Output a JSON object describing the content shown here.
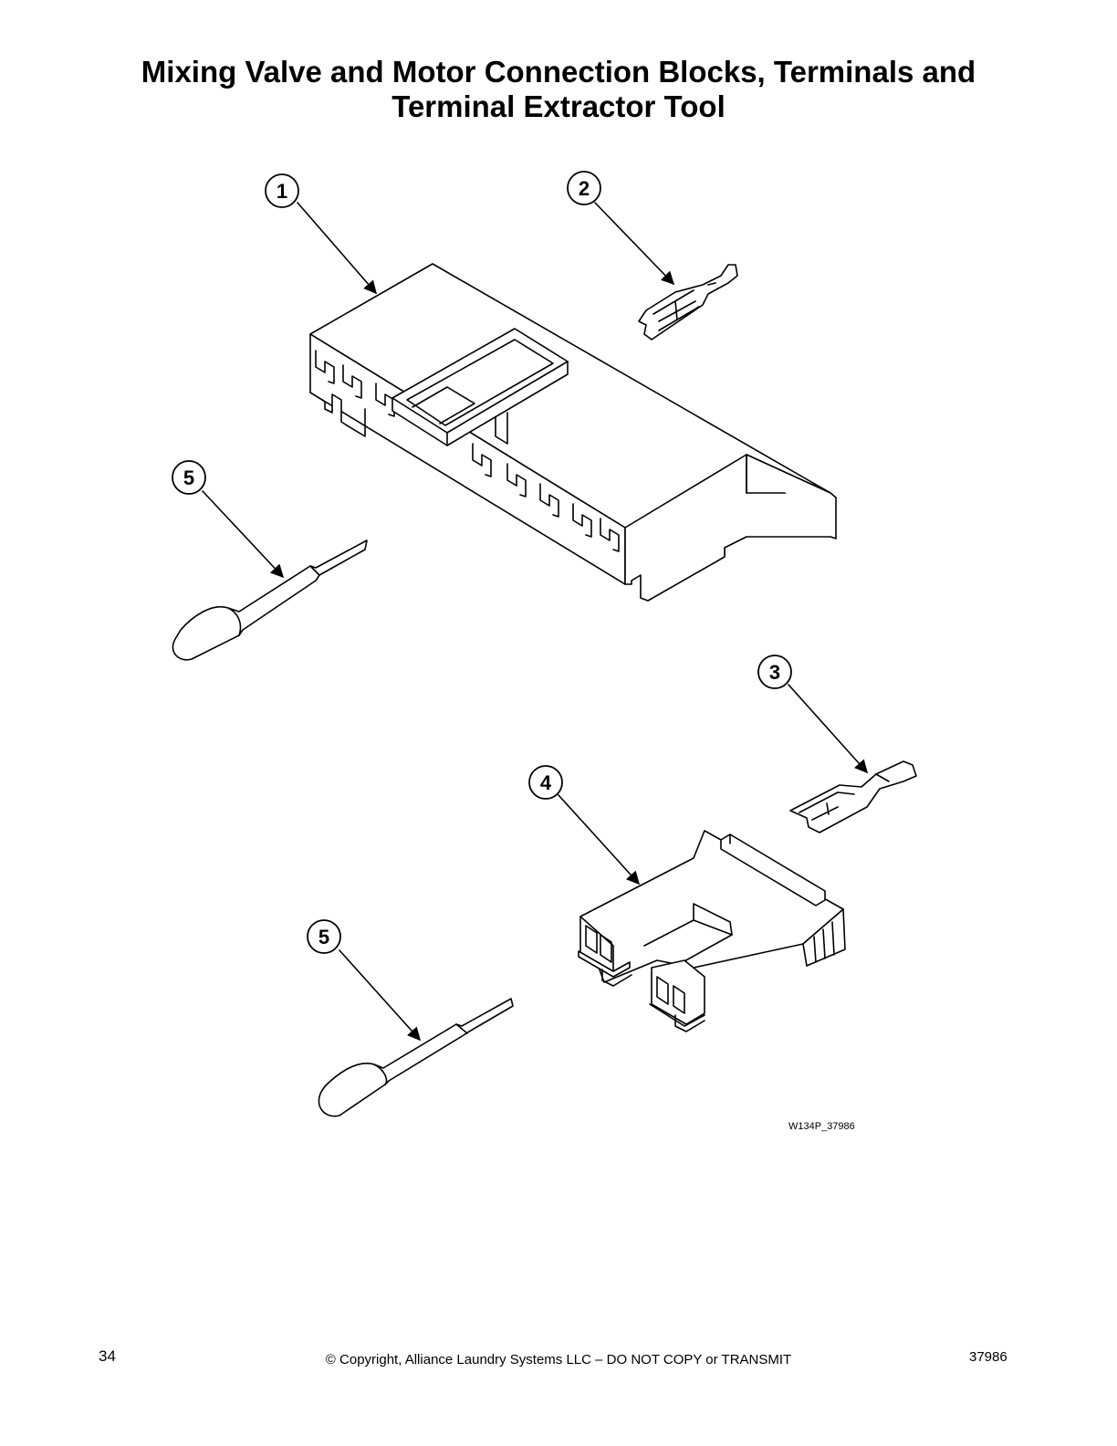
{
  "title": {
    "line1": "Mixing Valve and Motor Connection Blocks, Terminals and",
    "line2": "Terminal Extractor Tool"
  },
  "callouts": [
    "1",
    "2",
    "3",
    "4",
    "5",
    "5"
  ],
  "figure_id": "W134P_37986",
  "footer": {
    "page_number": "34",
    "copyright": "© Copyright, Alliance Laundry Systems LLC – DO NOT COPY or TRANSMIT",
    "document_number": "37986"
  }
}
